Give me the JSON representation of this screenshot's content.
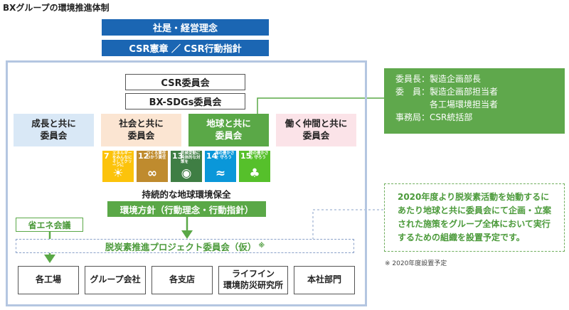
{
  "title": "BXグループの環境推進体制",
  "top": {
    "philosophy": "社是・経営理念",
    "charter": "CSR憲章 ／ CSR行動指針"
  },
  "committees": {
    "csr": "CSR委員会",
    "sdgs": "BX-SDGs委員会"
  },
  "subcommittees": [
    {
      "line1": "成長と共に",
      "line2": "委員会",
      "color": "#d9e8f6"
    },
    {
      "line1": "社会と共に",
      "line2": "委員会",
      "color": "#fbe5d2"
    },
    {
      "line1": "地球と共に",
      "line2": "委員会",
      "color": "#5aa847"
    },
    {
      "line1": "働く仲間と共に",
      "line2": "委員会",
      "color": "#fbe3e8"
    }
  ],
  "sdgs": [
    {
      "num": "7",
      "label": "エネルギーをみんなに そしてクリーンに",
      "color": "#fcc30b",
      "icon": "sun-icon",
      "glyph": "☀"
    },
    {
      "num": "12",
      "label": "つくる責任 つかう責任",
      "color": "#bf8b2e",
      "icon": "infinity-icon",
      "glyph": "∞"
    },
    {
      "num": "13",
      "label": "気候変動に 具体的な対策を",
      "color": "#3f7e44",
      "icon": "eye-icon",
      "glyph": "◉"
    },
    {
      "num": "14",
      "label": "海の豊かさを 守ろう",
      "color": "#0a97d9",
      "icon": "fish-icon",
      "glyph": "≈"
    },
    {
      "num": "15",
      "label": "陸の豊かさも 守ろう",
      "color": "#56c02b",
      "icon": "tree-icon",
      "glyph": "♣"
    }
  ],
  "global_env": "持続的な地球環境保全",
  "env_policy": "環境方針（行動理念・行動指針）",
  "energy_meeting": "省エネ会議",
  "decarbon_pj": "脱炭素推進プロジェクト委員会（仮）",
  "decarbon_mark": "※",
  "units": [
    "各工場",
    "グループ会社",
    "各支店",
    "ライフイン\n環境防災研究所",
    "本社部門"
  ],
  "members": [
    {
      "role": "委員長：",
      "name": "製造企画部長"
    },
    {
      "role": "委　員：",
      "name": "製造企画部担当者"
    },
    {
      "role": "",
      "name": "各工場環境担当者"
    },
    {
      "role": "事務局：",
      "name": "CSR統括部"
    }
  ],
  "note": "2020年度より脱炭素活動を始動するにあたり地球と共に委員会にて企画・立案された施策をグループ全体において実行するための組織を設置予定です。",
  "note_lines": [
    "2020年度より脱炭素活動を始動するに",
    "あたり地球と共に委員会にて企画・立案",
    "された施策をグループ全体において実行",
    "するための組織を設置予定です。"
  ],
  "footnote": "※ 2020年度設置予定",
  "colors": {
    "blue": "#1b66b3",
    "green": "#5aa847",
    "frame": "#b4c6e1"
  }
}
